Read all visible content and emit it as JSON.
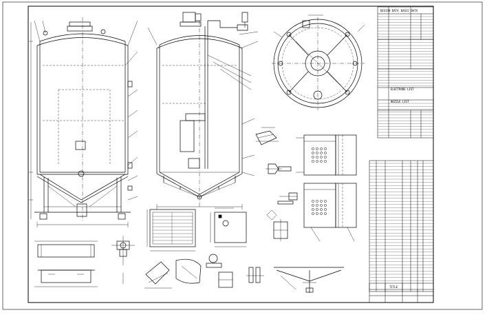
{
  "sheet": {
    "ink": "#000000",
    "paper": "#ffffff"
  },
  "spec_table": {
    "headers": [
      "DESIGN DATA",
      "BASIC DATA"
    ],
    "sections": [
      "ELECTRODE LIST",
      "NOZZLE LIST"
    ]
  },
  "title_block": {
    "label": "TITLE"
  }
}
